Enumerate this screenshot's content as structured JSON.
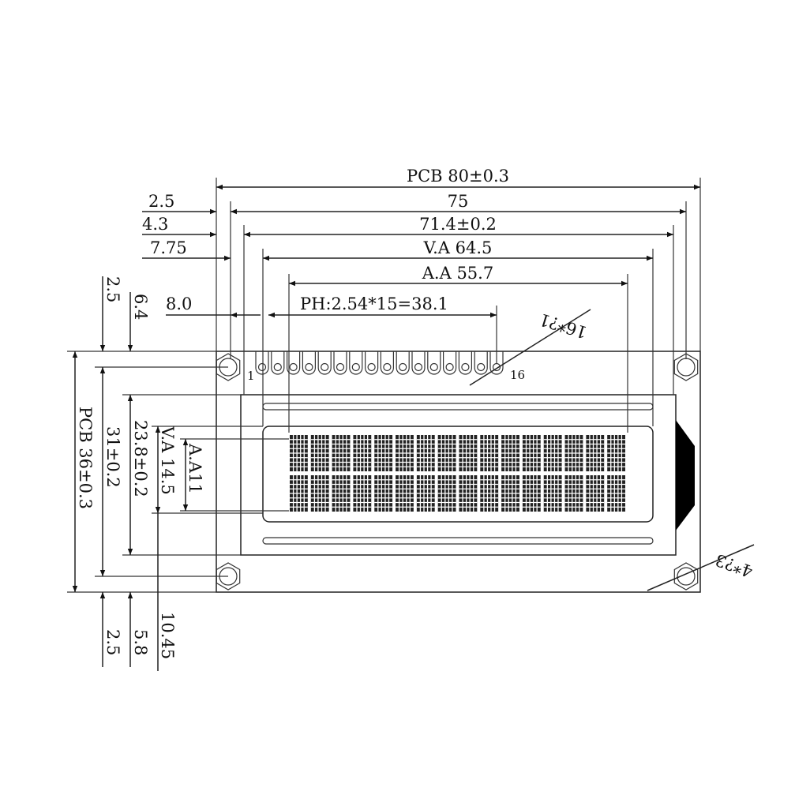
{
  "title": "16x2 character LCD module mechanical drawing",
  "horizontal_dimensions": {
    "pcb_width": "PCB 80±0.3",
    "hole_pitch": "75",
    "hole_offset": "2.5",
    "bezel_width": "71.4±0.2",
    "bezel_offset": "4.3",
    "viewing_area": "V.A 64.5",
    "va_offset": "7.75",
    "active_area": "A.A 55.7",
    "pin_offset": "8.0",
    "pin_pitch": "PH:2.54*15=38.1"
  },
  "vertical_dimensions": {
    "top_hole_offset": "2.5",
    "top_bezel_offset": "6.4",
    "pcb_height": "PCB 36±0.3",
    "hole_pitch": "31±0.2",
    "bezel_height": "23.8±0.2",
    "viewing_area": "V.A 14.5",
    "active_area": "A.A11",
    "bottom_hole_offset": "2.5",
    "bottom_bezel_offset": "5.8",
    "va_bottom_offset": "10.45"
  },
  "annotations": {
    "pin_hole": "16*?1",
    "mount_hole": "4*?3",
    "pin_first": "1",
    "pin_last": "16"
  },
  "display": {
    "columns": 16,
    "rows": 2,
    "pins": 16
  },
  "colors": {
    "line": "#222222",
    "background": "#ffffff"
  }
}
